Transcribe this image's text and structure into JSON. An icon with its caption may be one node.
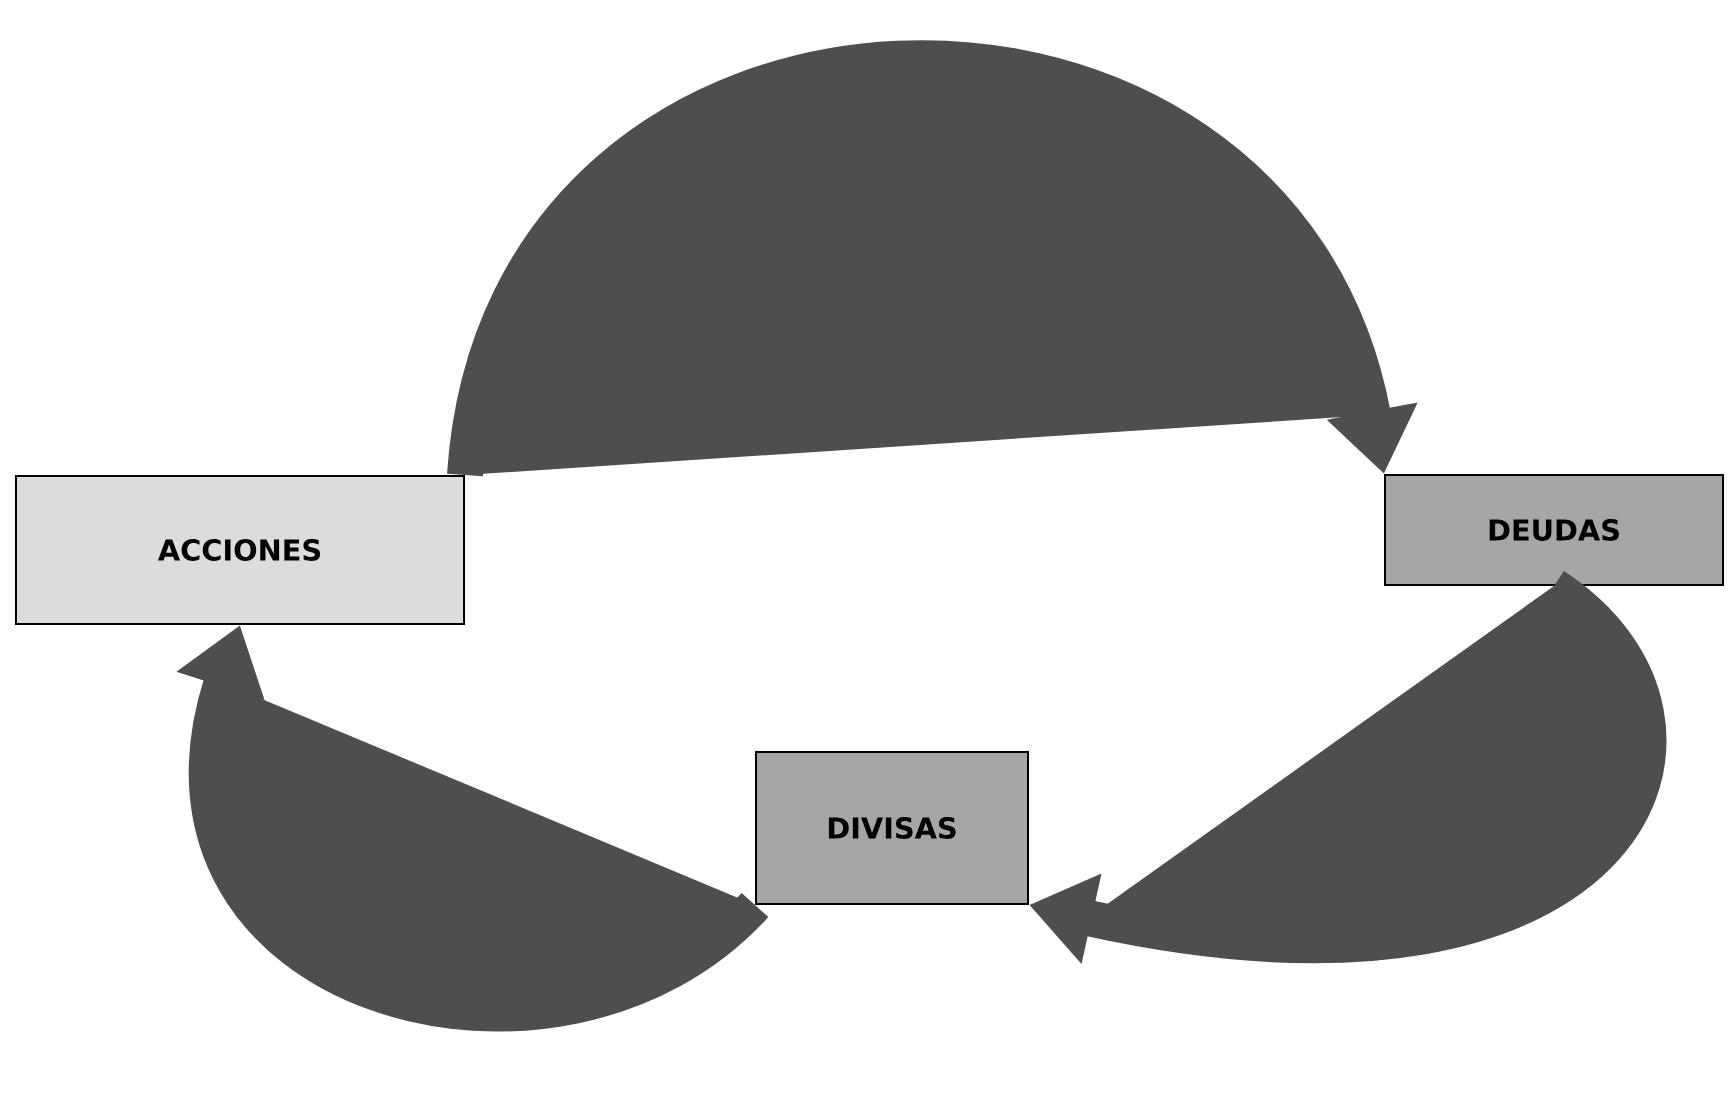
{
  "diagram": {
    "nodes": [
      {
        "text": [
          "ACCIONES"
        ]
      },
      {
        "text": [
          "DEUDAS"
        ]
      },
      {
        "text": [
          "DIVISAS"
        ]
      }
    ],
    "edges": [
      {
        "from": 0,
        "to": 1,
        "arrow": "to"
      },
      {
        "from": 1,
        "to": 2,
        "arrow": "to"
      },
      {
        "from": 2,
        "to": 0,
        "arrow": "to"
      }
    ]
  }
}
